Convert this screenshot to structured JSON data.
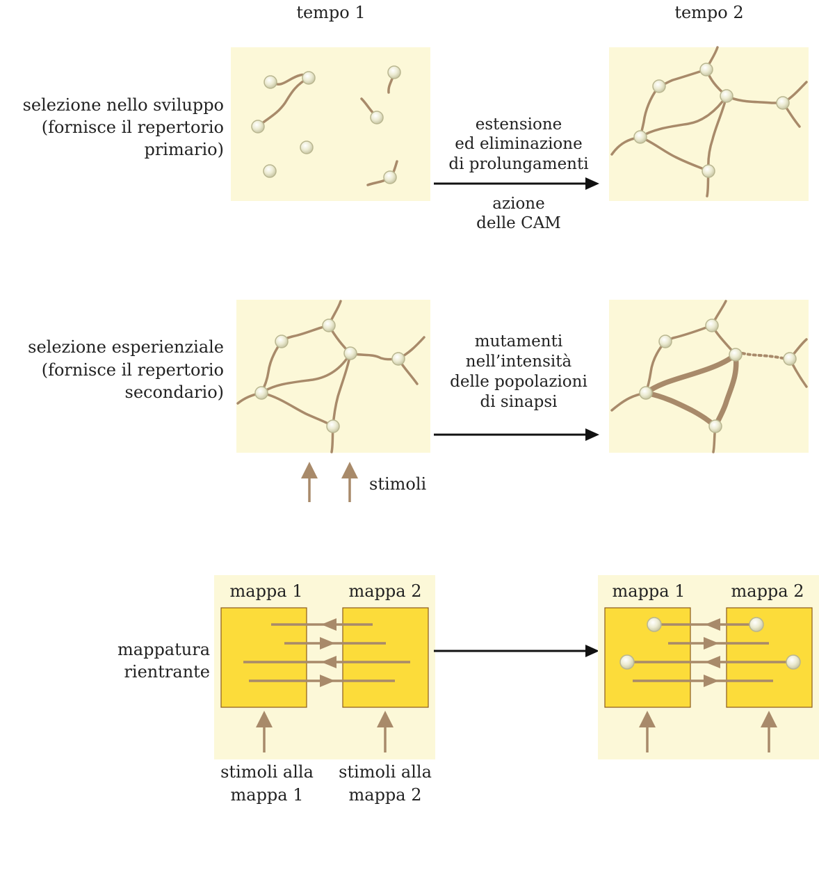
{
  "columns": {
    "time1": "tempo 1",
    "time2": "tempo 2"
  },
  "row1": {
    "label_lines": [
      "selezione nello sviluppo",
      "(fornisce il  repertorio",
      "primario)"
    ],
    "arrow_top_lines": [
      "estensione",
      "ed eliminazione",
      "di prolungamenti"
    ],
    "arrow_bottom_lines": [
      "azione",
      "delle CAM"
    ]
  },
  "row2": {
    "label_lines": [
      "selezione esperienziale",
      "(fornisce il  repertorio",
      "secondario)"
    ],
    "arrow_top_lines": [
      "mutamenti",
      "nell’intensità",
      "delle popolazioni",
      "di sinapsi"
    ],
    "stimuli_label": "stimoli"
  },
  "row3": {
    "label_lines": [
      "mappatura",
      "rientrante"
    ],
    "map1": "mappa 1",
    "map2": "mappa 2",
    "stimuli_map1_lines": [
      "stimoli alla",
      "mappa 1"
    ],
    "stimuli_map2_lines": [
      "stimoli alla",
      "mappa 2"
    ]
  },
  "icons": [
    "neuron-cell-body",
    "neurite-branch",
    "arrow-right",
    "arrow-up"
  ],
  "colors": {
    "panel_background": "#fcf8d8",
    "map_fill": "#fcdc3a",
    "neurite": "#a88a6a",
    "arrow": "#111111"
  }
}
